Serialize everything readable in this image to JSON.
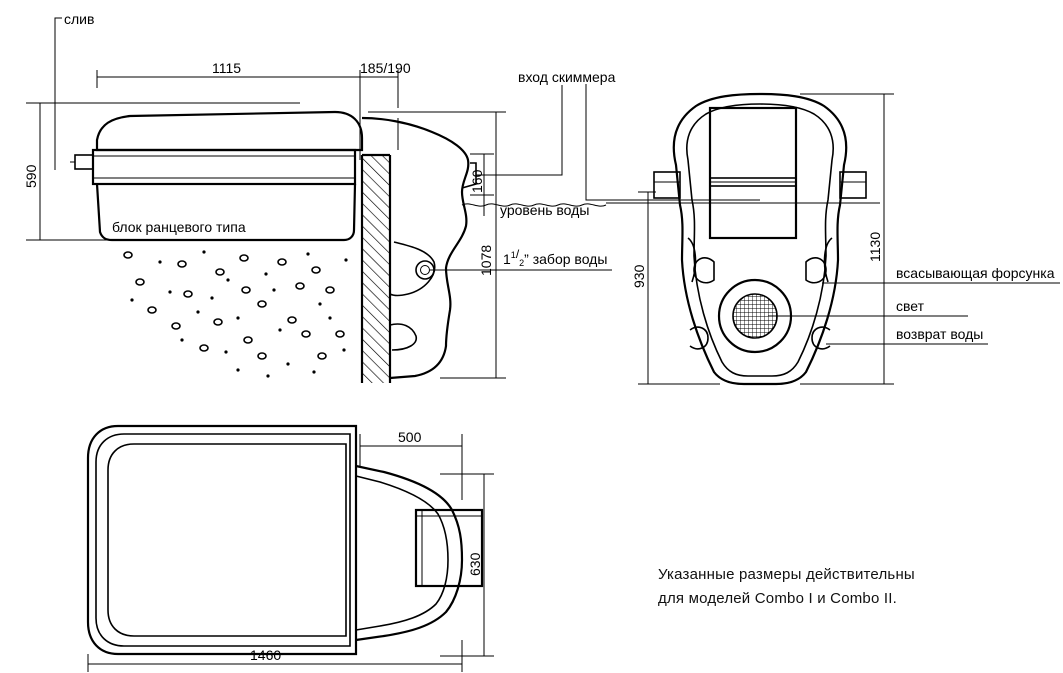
{
  "labels": {
    "drain": "слив",
    "skimmer_inlet": "вход скиммера",
    "water_level": "уровень воды",
    "backpack_unit": "блок ранцевого типа",
    "water_intake_prefix": "1",
    "water_intake_num": "1",
    "water_intake_den": "2",
    "water_intake_suffix": "” забор воды",
    "suction_nozzle": "всасывающая форсунка",
    "light": "свет",
    "water_return": "возврат воды"
  },
  "dimensions": {
    "top_length": "1115",
    "top_depth": "185/190",
    "side_height": "590",
    "skimmer_offset": "160",
    "total_height": "1078",
    "front_total_height": "1130",
    "front_lower_height": "930",
    "plan_depth": "500",
    "plan_width": "630",
    "plan_length": "1460"
  },
  "note": {
    "line1": "Указанные размеры действительны",
    "line2": "для моделей Combo I и Combo II."
  }
}
